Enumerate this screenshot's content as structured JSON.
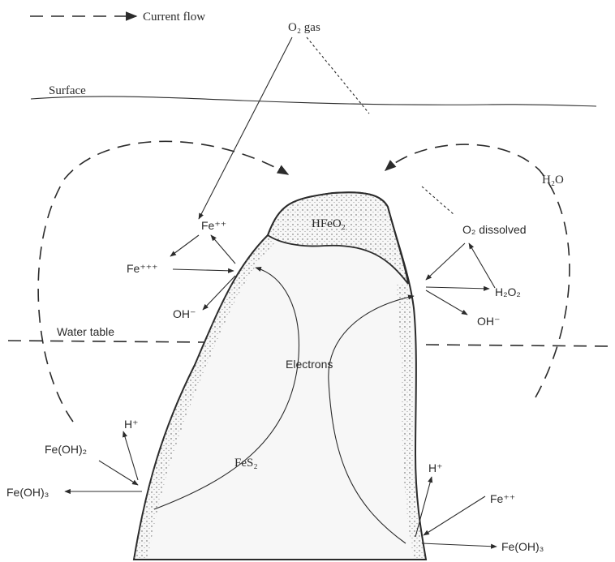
{
  "legend": {
    "current_flow": "Current flow"
  },
  "labels": {
    "o2_gas": "O₂ gas",
    "surface": "Surface",
    "h2o": "H₂O",
    "fe_pp_top": "Fe⁺⁺",
    "fe_ppp": "Fe⁺⁺⁺",
    "oh_left": "OH⁻",
    "hfeo2": "HFeO₂",
    "o2_dissolved": "O₂ dissolved",
    "h2o2": "H₂O₂",
    "oh_right": "OH⁻",
    "water_table": "Water table",
    "electrons": "Electrons",
    "h_plus_left": "H⁺",
    "feoh2": "Fe(OH)₂",
    "feoh3_left": "Fe(OH)₃",
    "fes2": "FeS₂",
    "h_plus_right": "H⁺",
    "fe_pp_right": "Fe⁺⁺",
    "feoh3_right": "Fe(OH)₃"
  }
}
